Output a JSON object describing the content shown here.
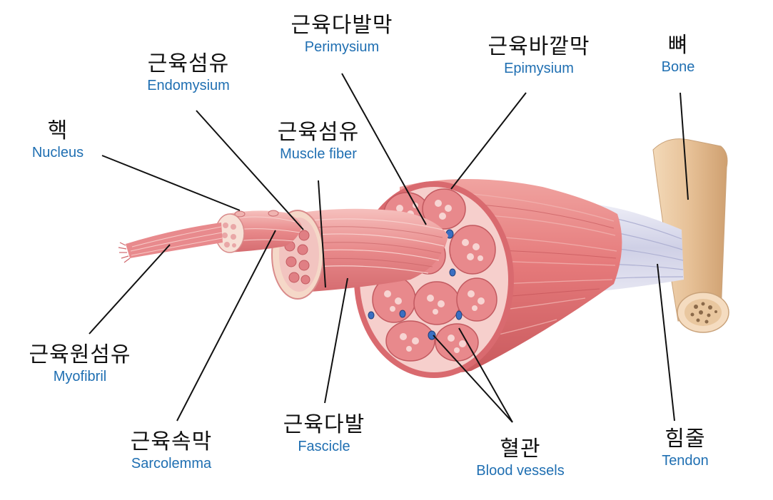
{
  "labels": {
    "perimysium": {
      "ko": "근육다발막",
      "en": "Perimysium"
    },
    "endomysium": {
      "ko": "근육섬유",
      "en": "Endomysium"
    },
    "epimysium": {
      "ko": "근육바깥막",
      "en": "Epimysium"
    },
    "bone": {
      "ko": "뼈",
      "en": "Bone"
    },
    "nucleus": {
      "ko": "핵",
      "en": "Nucleus"
    },
    "muscle_fiber": {
      "ko": "근육섬유",
      "en": "Muscle fiber"
    },
    "myofibril": {
      "ko": "근육원섬유",
      "en": "Myofibril"
    },
    "sarcolemma": {
      "ko": "근육속막",
      "en": "Sarcolemma"
    },
    "fascicle": {
      "ko": "근육다발",
      "en": "Fascicle"
    },
    "blood_vessels": {
      "ko": "혈관",
      "en": "Blood vessels"
    },
    "tendon": {
      "ko": "힘줄",
      "en": "Tendon"
    }
  },
  "colors": {
    "korean_text": "#111111",
    "english_text": "#1f6fb2",
    "muscle": "#e2777a",
    "muscle_light": "#f4b3b0",
    "tendon": "#dcdcec",
    "bone": "#e8c39a",
    "vessel": "#3a6fc2"
  }
}
